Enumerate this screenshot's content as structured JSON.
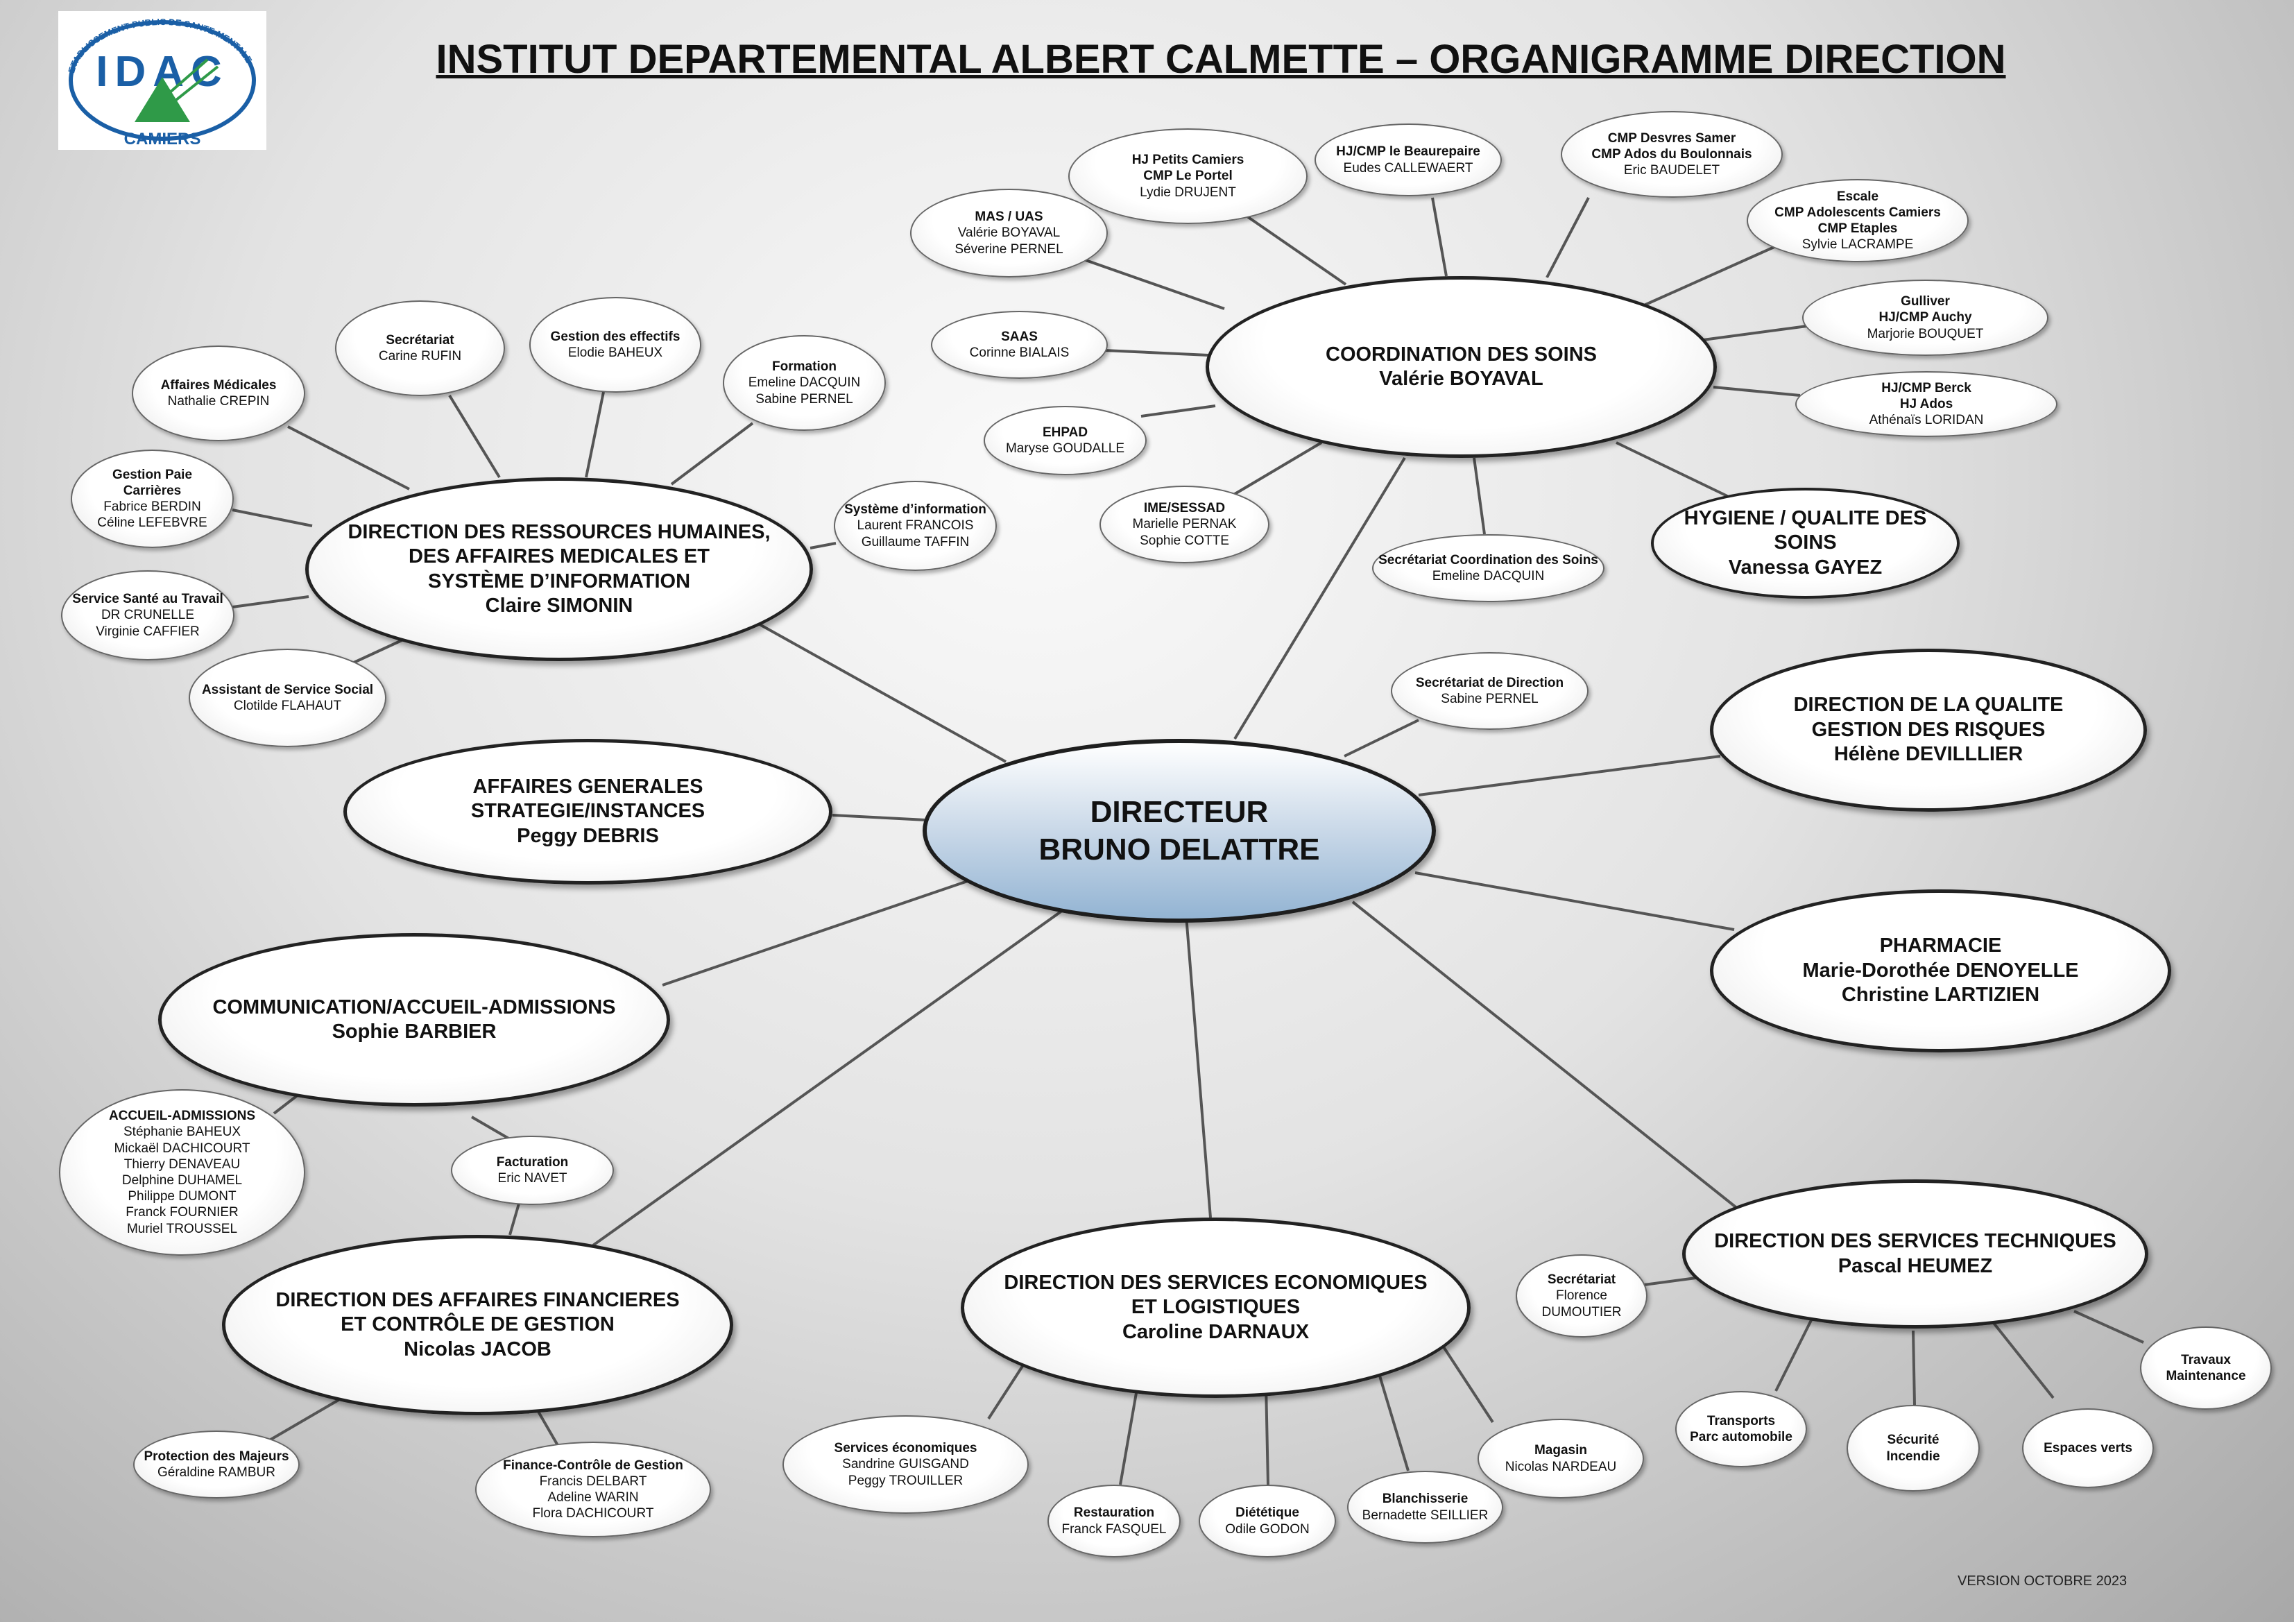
{
  "title": "INSTITUT DEPARTEMENTAL ALBERT CALMETTE – ORGANIGRAMME DIRECTION",
  "logo": {
    "ring_text": "ETABLISSEMENT PUBLIC DE SANTE MENTALE",
    "letters": "IDAC",
    "place": "CAMIERS"
  },
  "version": "VERSION OCTOBRE  2023",
  "director": {
    "title": "DIRECTEUR",
    "name": "BRUNO DELATTRE"
  },
  "coord_soins": {
    "title": "COORDINATION DES SOINS",
    "name": "Valérie BOYAVAL"
  },
  "hygiene": {
    "title": "HYGIENE / QUALITE DES SOINS",
    "name": "Vanessa GAYEZ"
  },
  "drh": {
    "line1": "DIRECTION DES RESSOURCES HUMAINES,",
    "line2": "DES AFFAIRES MEDICALES ET",
    "line3": "SYSTÈME D’INFORMATION",
    "name": "Claire SIMONIN"
  },
  "affaires_gen": {
    "line1": "AFFAIRES GENERALES",
    "line2": "STRATEGIE/INSTANCES",
    "name": "Peggy DEBRIS"
  },
  "communication": {
    "title": "COMMUNICATION/ACCUEIL-ADMISSIONS",
    "name": "Sophie BARBIER"
  },
  "finances": {
    "line1": "DIRECTION DES AFFAIRES FINANCIERES",
    "line2": "ET CONTRÔLE DE GESTION",
    "name": "Nicolas JACOB"
  },
  "eco": {
    "line1": "DIRECTION DES SERVICES ECONOMIQUES",
    "line2": "ET LOGISTIQUES",
    "name": "Caroline DARNAUX"
  },
  "tech": {
    "title": "DIRECTION DES SERVICES TECHNIQUES",
    "name": "Pascal HEUMEZ"
  },
  "pharmacie": {
    "title": "PHARMACIE",
    "name1": "Marie-Dorothée DENOYELLE",
    "name2": "Christine LARTIZIEN"
  },
  "qualite": {
    "line1": "DIRECTION DE LA QUALITE",
    "line2": "GESTION DES RISQUES",
    "name": "Hélène DEVILLLIER"
  },
  "sec_direction": {
    "title": "Secrétariat de Direction",
    "name": "Sabine PERNEL"
  },
  "soins_units": {
    "hj_camiers": {
      "t1": "HJ Petits Camiers",
      "t2": "CMP Le Portel",
      "n1": "Lydie DRUJENT"
    },
    "beaurepaire": {
      "t1": "HJ/CMP le Beaurepaire",
      "n1": "Eudes CALLEWAERT"
    },
    "desvres": {
      "t1": "CMP Desvres Samer",
      "t2": "CMP Ados du Boulonnais",
      "n1": "Eric BAUDELET"
    },
    "escale": {
      "t1": "Escale",
      "t2": "CMP Adolescents Camiers",
      "t3": "CMP Etaples",
      "n1": "Sylvie LACRAMPE"
    },
    "gulliver": {
      "t1": "Gulliver",
      "t2": "HJ/CMP Auchy",
      "n1": "Marjorie BOUQUET"
    },
    "berck": {
      "t1": "HJ/CMP Berck",
      "t2": "HJ Ados",
      "n1": "Athénaïs LORIDAN"
    },
    "mas": {
      "t1": "MAS / UAS",
      "n1": "Valérie BOYAVAL",
      "n2": "Séverine PERNEL"
    },
    "saas": {
      "t1": "SAAS",
      "n1": "Corinne BIALAIS"
    },
    "ehpad": {
      "t1": "EHPAD",
      "n1": "Maryse GOUDALLE"
    },
    "ime": {
      "t1": "IME/SESSAD",
      "n1": "Marielle PERNAK",
      "n2": "Sophie COTTE"
    },
    "sec_coord": {
      "t1": "Secrétariat Coordination des Soins",
      "n1": "Emeline DACQUIN"
    }
  },
  "rh_units": {
    "secretariat": {
      "t1": "Secrétariat",
      "n1": "Carine RUFIN"
    },
    "effectifs": {
      "t1": "Gestion des effectifs",
      "n1": "Elodie BAHEUX"
    },
    "formation": {
      "t1": "Formation",
      "n1": "Emeline DACQUIN",
      "n2": "Sabine PERNEL"
    },
    "affaires_med": {
      "t1": "Affaires Médicales",
      "n1": "Nathalie CREPIN"
    },
    "paie": {
      "t1": "Gestion Paie",
      "t2": "Carrières",
      "n1": "Fabrice BERDIN",
      "n2": "Céline LEFEBVRE"
    },
    "sante_travail": {
      "t1": "Service Santé au Travail",
      "n1": "DR CRUNELLE",
      "n2": "Virginie CAFFIER"
    },
    "social": {
      "t1": "Assistant de Service Social",
      "n1": "Clotilde FLAHAUT"
    },
    "si": {
      "t1": "Système d’information",
      "n1": "Laurent FRANCOIS",
      "n2": "Guillaume TAFFIN"
    }
  },
  "comm_units": {
    "accueil": {
      "t1": "ACCUEIL-ADMISSIONS",
      "names": [
        "Stéphanie BAHEUX",
        "Mickaël DACHICOURT",
        "Thierry DENAVEAU",
        "Delphine DUHAMEL",
        "Philippe DUMONT",
        "Franck FOURNIER",
        "Muriel TROUSSEL"
      ]
    },
    "facturation": {
      "t1": "Facturation",
      "n1": "Eric NAVET"
    }
  },
  "fin_units": {
    "majeurs": {
      "t1": "Protection des Majeurs",
      "n1": "Géraldine RAMBUR"
    },
    "controle": {
      "t1": "Finance-Contrôle de Gestion",
      "n1": "Francis DELBART",
      "n2": "Adeline WARIN",
      "n3": "Flora DACHICOURT"
    }
  },
  "eco_units": {
    "services": {
      "t1": "Services économiques",
      "n1": "Sandrine GUISGAND",
      "n2": "Peggy TROUILLER"
    },
    "restauration": {
      "t1": "Restauration",
      "n1": "Franck FASQUEL"
    },
    "dietetique": {
      "t1": "Diététique",
      "n1": "Odile GODON"
    },
    "blanchisserie": {
      "t1": "Blanchisserie",
      "n1": "Bernadette SEILLIER"
    },
    "magasin": {
      "t1": "Magasin",
      "n1": "Nicolas NARDEAU"
    }
  },
  "tech_units": {
    "secretariat": {
      "t1": "Secrétariat",
      "n1": "Florence",
      "n2": "DUMOUTIER"
    },
    "transports": {
      "t1": "Transports",
      "t2": "Parc automobile"
    },
    "securite": {
      "t1": "Sécurité",
      "t2": "Incendie"
    },
    "espaces": {
      "t1": "Espaces verts"
    },
    "travaux": {
      "t1": "Travaux",
      "t2": "Maintenance"
    }
  }
}
